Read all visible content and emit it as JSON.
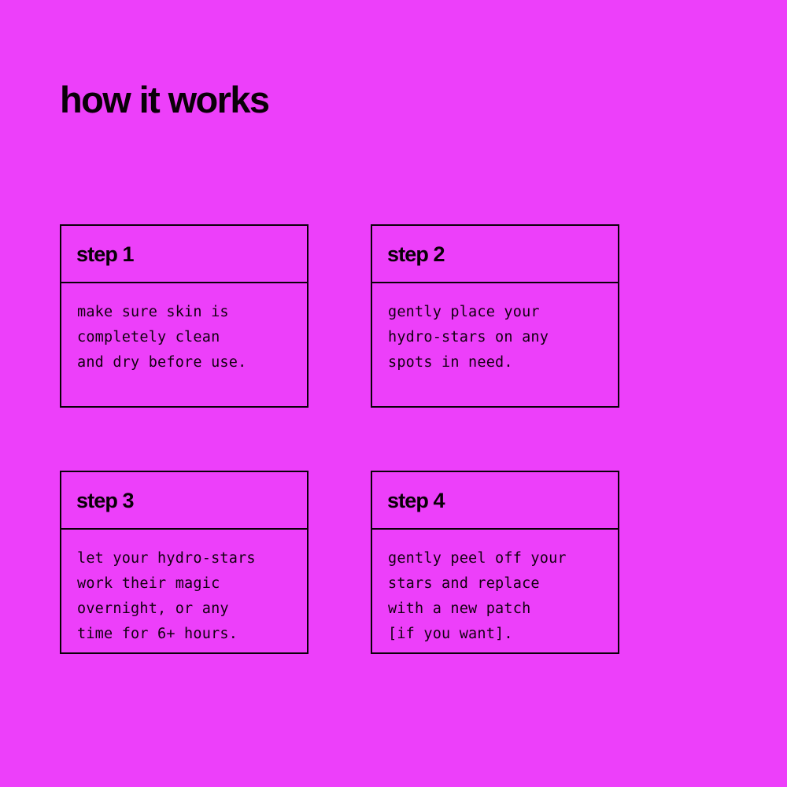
{
  "page": {
    "title": "how it works",
    "background_color": "#ed3ffa",
    "ink_color": "#0a0008"
  },
  "steps": [
    {
      "title": "step 1",
      "body": "make sure skin is\ncompletely clean\nand dry before use."
    },
    {
      "title": "step 2",
      "body": "gently place your\nhydro-stars on any\nspots in need."
    },
    {
      "title": "step 3",
      "body": "let your hydro-stars\nwork their magic\novernight, or any\ntime for 6+ hours."
    },
    {
      "title": "step 4",
      "body": "gently peel off your\nstars and replace\nwith a new patch\n[if you want]."
    }
  ]
}
